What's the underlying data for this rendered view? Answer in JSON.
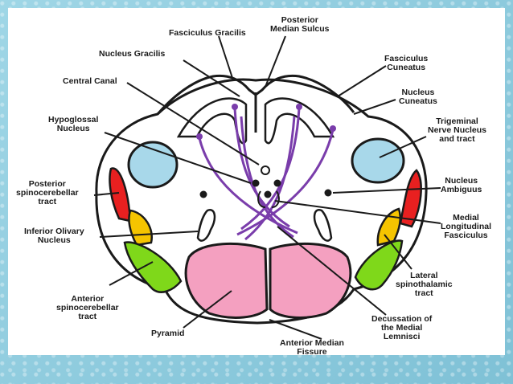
{
  "labels": {
    "fasciculus_gracilis": "Fasciculus Gracilis",
    "posterior_median_sulcus": "Posterior\nMedian Sulcus",
    "nucleus_gracilis": "Nucleus Gracilis",
    "fasciculus_cuneatus": "Fasciculus\nCuneatus",
    "central_canal": "Central Canal",
    "nucleus_cuneatus": "Nucleus\nCuneatus",
    "hypoglossal_nucleus": "Hypoglossal\nNucleus",
    "trigeminal": "Trigeminal\nNerve Nucleus\nand tract",
    "posterior_spinocerebellar": "Posterior\nspinocerebellar\ntract",
    "nucleus_ambiguus": "Nucleus\nAmbiguus",
    "inferior_olivary": "Inferior Olivary\nNucleus",
    "medial_longitudinal": "Medial\nLongitudinal\nFasciculus",
    "anterior_spinocerebellar": "Anterior\nspinocerebellar\ntract",
    "lateral_spinothalamic": "Lateral\nspinothalamic\ntract",
    "pyramid": "Pyramid",
    "decussation": "Decussation of\nthe Medial\nLemnisci",
    "anterior_median_fissure": "Anterior Median\nFissure"
  },
  "colors": {
    "frame": "#8ec9dc",
    "trigeminal_nucleus": "#a8d8ea",
    "posterior_spinocerebellar": "#e82020",
    "lateral_spinothalamic": "#f5c400",
    "anterior_spinocerebellar": "#7fd81a",
    "pyramid": "#f4a0c0",
    "medial_lemniscus": "#7a3dab"
  }
}
